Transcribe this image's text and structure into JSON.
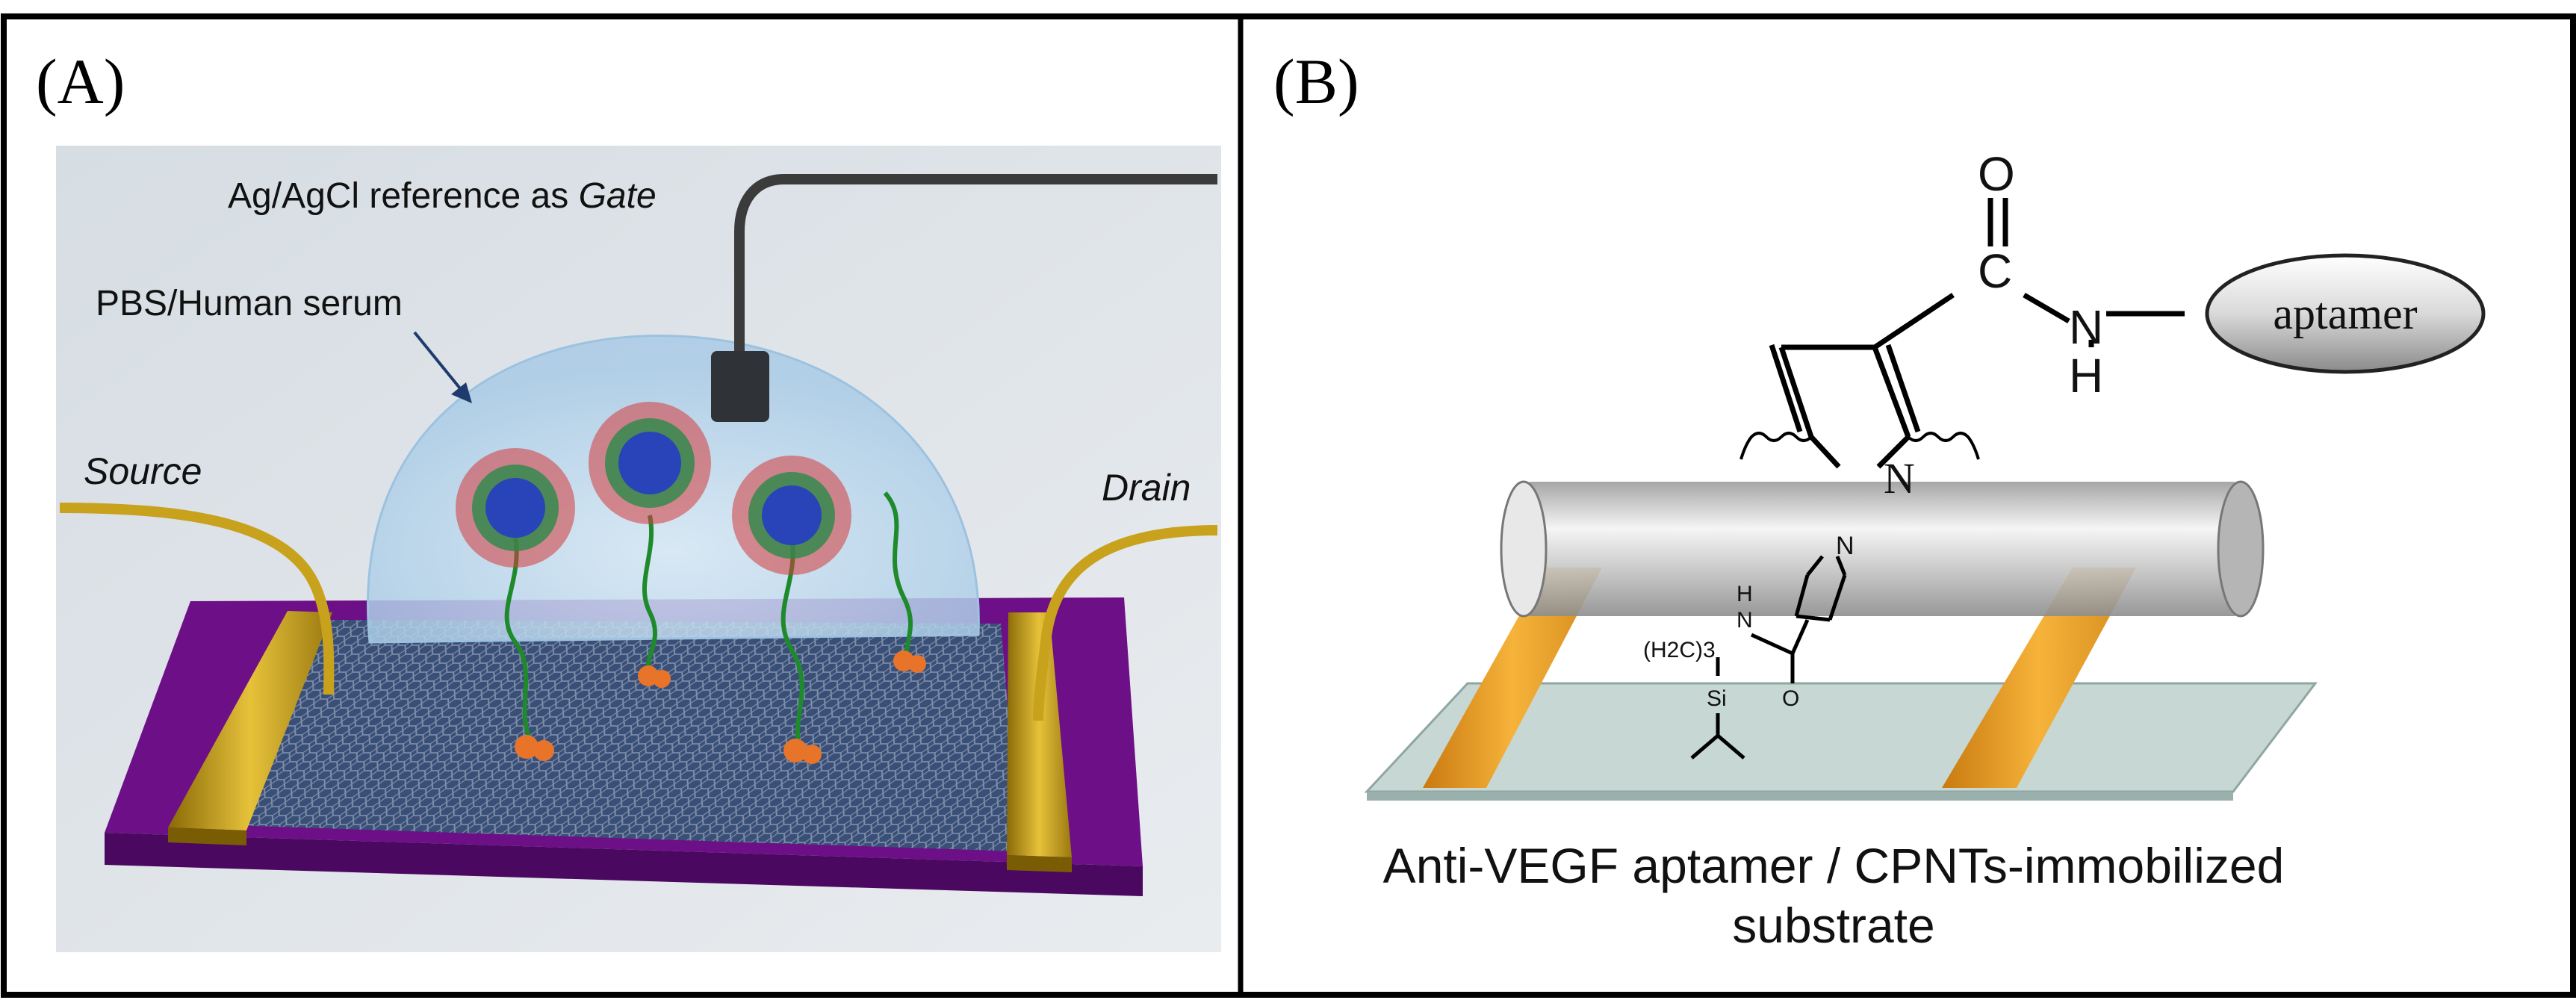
{
  "panel_a": {
    "letter": "(A)",
    "gate_label_prefix": "Ag/AgCl reference as ",
    "gate_label_italic": "Gate",
    "pbs_label": "PBS/Human serum",
    "source_label": "Source",
    "drain_label": "Drain"
  },
  "panel_b": {
    "letter": "(B)",
    "aptamer_label": "aptamer",
    "atom_O_top": "O",
    "atom_C": "C",
    "atom_N_amide": "N",
    "atom_H_amide": "H",
    "atom_N_pyrrole": "N",
    "small_N_pyrrole": "N",
    "small_H": "H",
    "small_N_amide": "N",
    "small_chain": "(H2C)3",
    "small_Si": "Si",
    "small_O": "O",
    "caption_line1": "Anti-VEGF aptamer / CPNTs-immobilized",
    "caption_line2": "substrate"
  },
  "colors": {
    "substrate_purple": "#6d0f86",
    "electrode_gold": "#c8a21c",
    "graphene": "#3a4f78",
    "dome": "#bcd8ee",
    "electrode_orange": "#f0a02a",
    "tube_gray": "#cfcfcf"
  }
}
